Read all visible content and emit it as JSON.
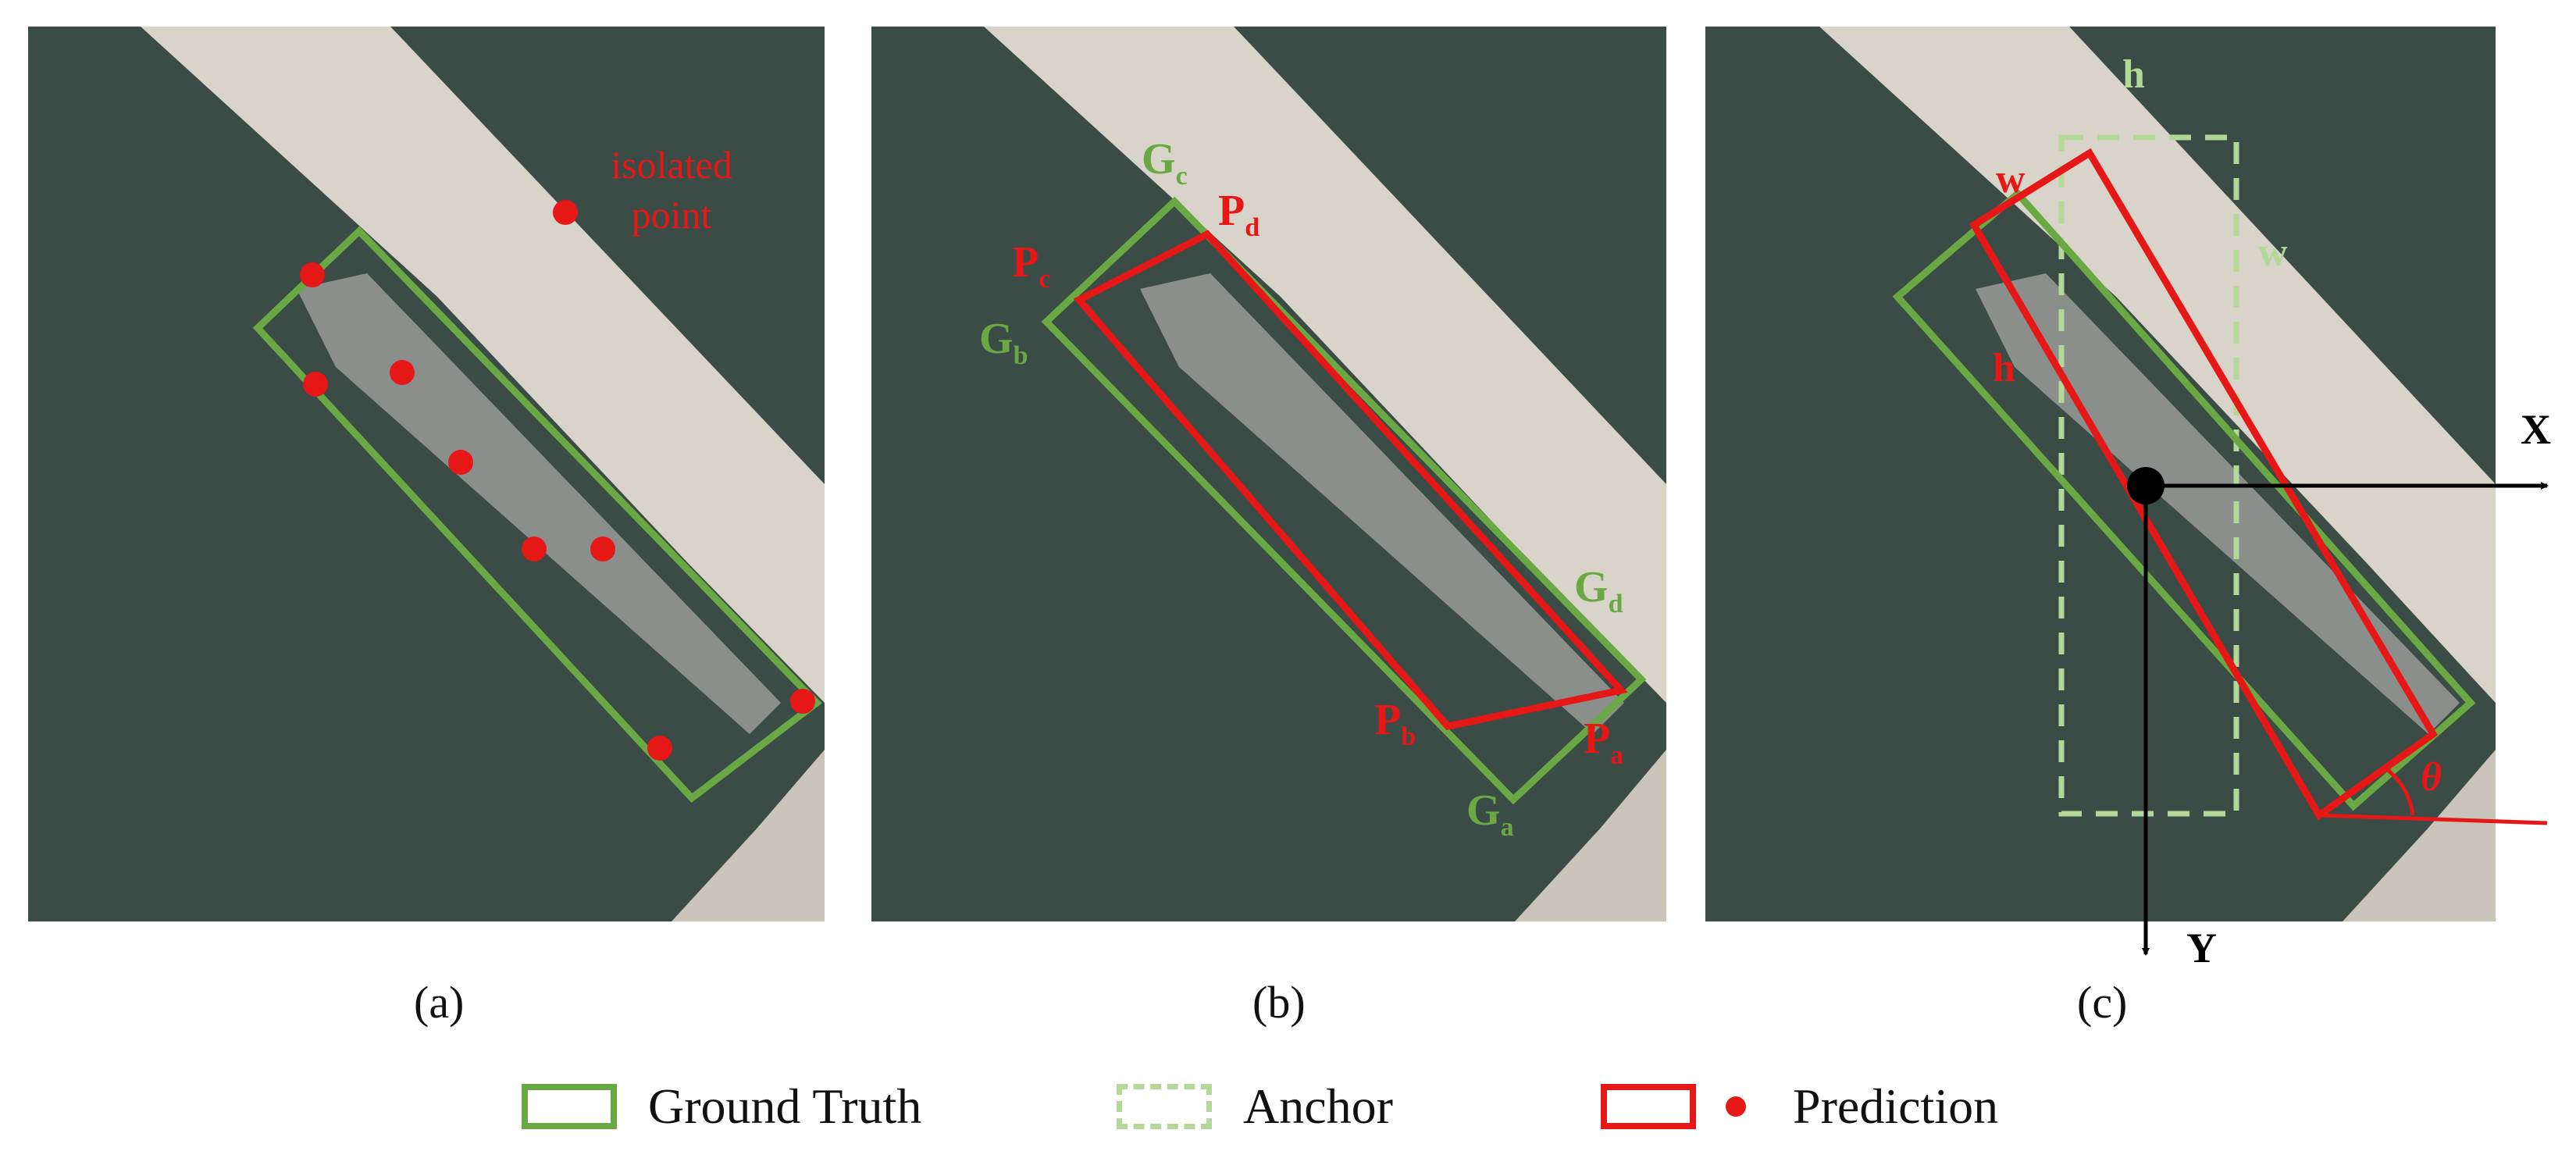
{
  "colors": {
    "ground_truth": "#6aa843",
    "anchor": "#b3d89a",
    "prediction": "#e51717",
    "axis": "#000000",
    "water": "#3a4a45",
    "pier": "#d6d2c8"
  },
  "panels": [
    {
      "caption": "(a)",
      "annotation": [
        "isolated",
        "point"
      ]
    },
    {
      "caption": "(b)",
      "gt_corners": [
        {
          "main": "G",
          "sub": "a"
        },
        {
          "main": "G",
          "sub": "b"
        },
        {
          "main": "G",
          "sub": "c"
        },
        {
          "main": "G",
          "sub": "d"
        }
      ],
      "pred_corners": [
        {
          "main": "P",
          "sub": "a"
        },
        {
          "main": "P",
          "sub": "b"
        },
        {
          "main": "P",
          "sub": "c"
        },
        {
          "main": "P",
          "sub": "d"
        }
      ]
    },
    {
      "caption": "(c)",
      "anchor_h": "h",
      "anchor_w": "w",
      "pred_w": "w",
      "pred_h": "h",
      "angle": "θ",
      "x_axis": "X",
      "y_axis": "Y"
    }
  ],
  "legend": {
    "ground_truth": "Ground Truth",
    "anchor": "Anchor",
    "prediction": "Prediction"
  }
}
